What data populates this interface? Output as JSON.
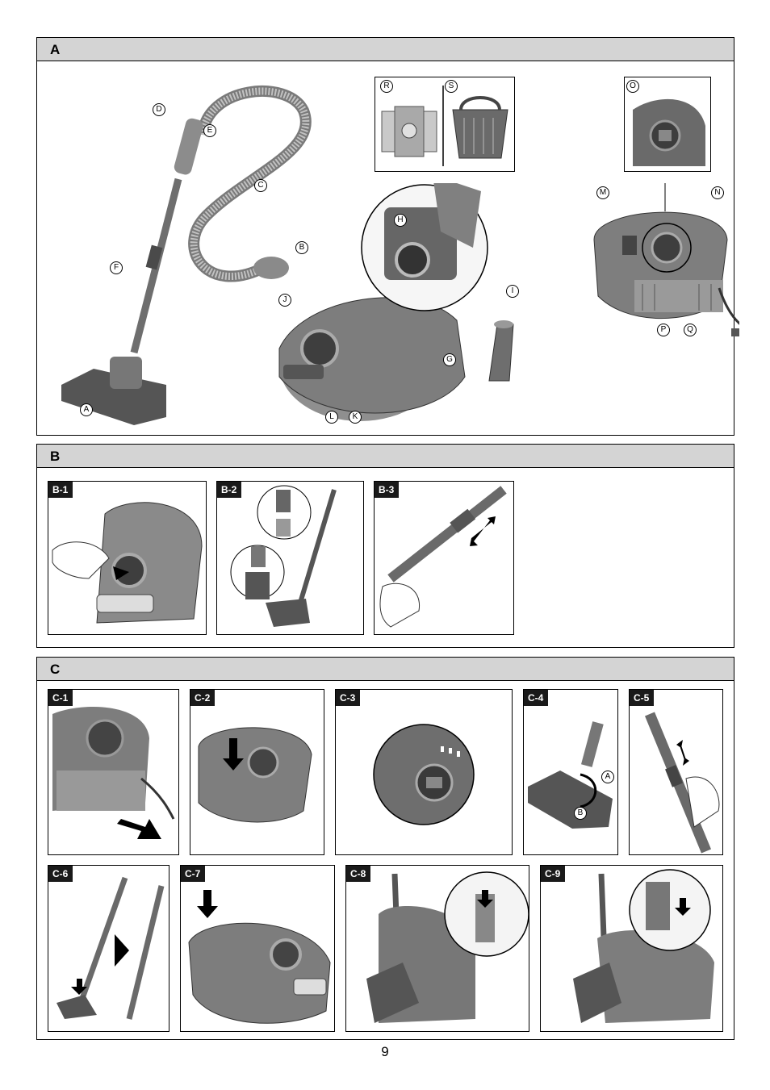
{
  "sections": {
    "a": {
      "letter": "A"
    },
    "b": {
      "letter": "B"
    },
    "c": {
      "letter": "C"
    }
  },
  "callouts": [
    "A",
    "B",
    "C",
    "D",
    "E",
    "F",
    "G",
    "H",
    "I",
    "J",
    "K",
    "L",
    "M",
    "N",
    "O",
    "P",
    "Q",
    "R",
    "S"
  ],
  "panels": {
    "b1": "B-1",
    "b2": "B-2",
    "b3": "B-3",
    "c1": "C-1",
    "c2": "C-2",
    "c3": "C-3",
    "c4": "C-4",
    "c5": "C-5",
    "c6": "C-6",
    "c7": "C-7",
    "c8": "C-8",
    "c9": "C-9"
  },
  "c4_callouts": [
    "A",
    "B"
  ],
  "page_number": "9",
  "colors": {
    "header": "#d4d4d4",
    "tag": "#1a1a1a",
    "device": "#8a8a8a",
    "device_dark": "#4a4a4a"
  }
}
